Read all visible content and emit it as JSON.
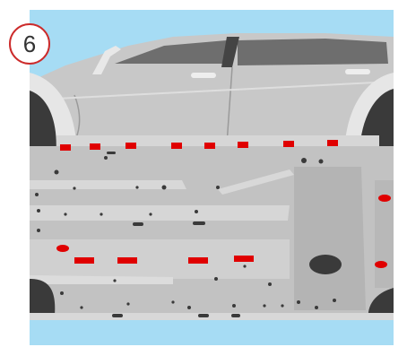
{
  "step": {
    "number": "6"
  },
  "colors": {
    "sky": "#a6dcf4",
    "body": "#c8c8c8",
    "underbody": "#c2c2c2",
    "marker": "#e00000",
    "tire": "#3a3a3a",
    "badge_border": "#cc2b2b"
  },
  "illustration": {
    "subject": "car-underbody-illustration",
    "marker_count_side": 8,
    "marker_count_floor": 4,
    "round_marker_count": 3
  }
}
